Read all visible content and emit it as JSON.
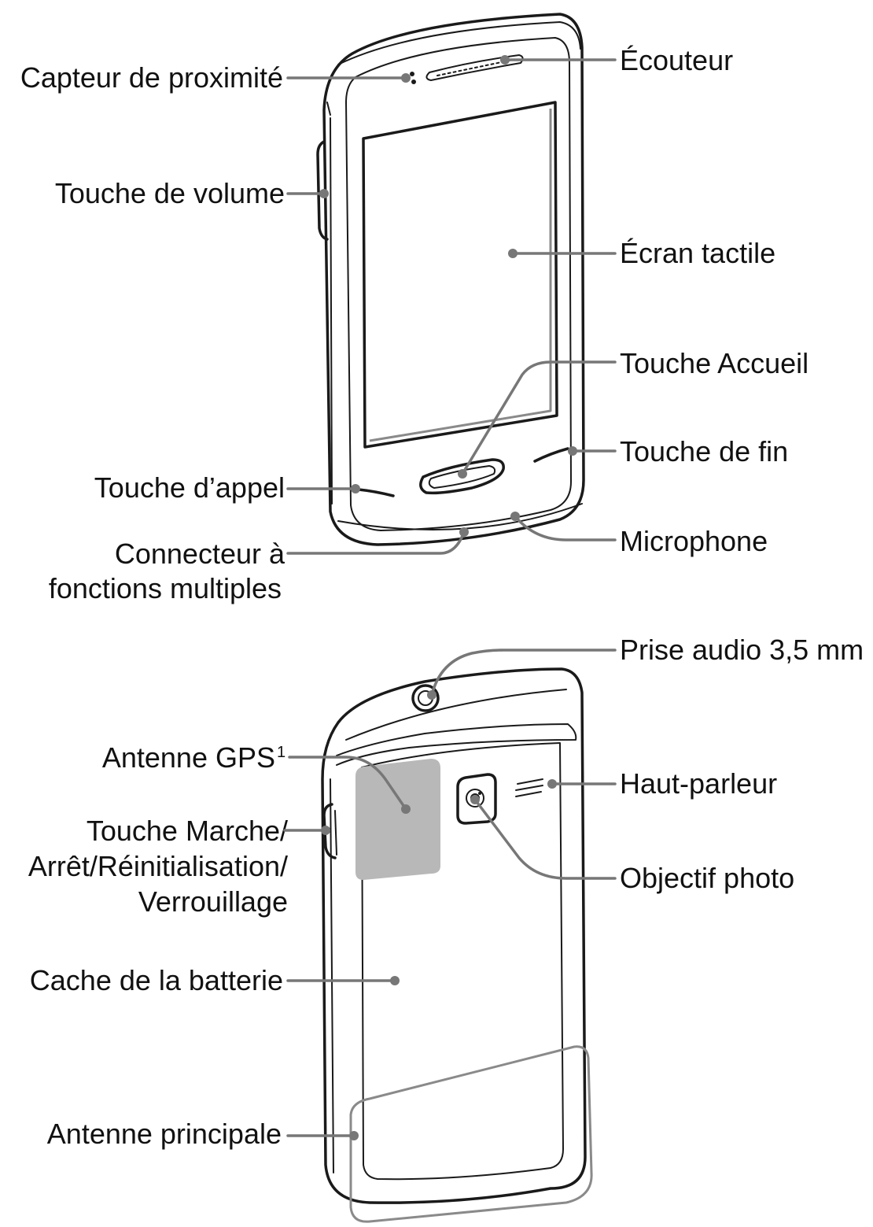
{
  "front_labels": {
    "proximity_sensor": "Capteur de proximité",
    "earpiece": "Écouteur",
    "volume_key": "Touche de volume",
    "touch_screen": "Écran tactile",
    "home_key": "Touche Accueil",
    "end_key": "Touche de fin",
    "call_key": "Touche d’appel",
    "microphone": "Microphone",
    "multifunction_connector_line1": "Connecteur à",
    "multifunction_connector_line2": "fonctions multiples"
  },
  "back_labels": {
    "audio_jack": "Prise audio 3,5 mm",
    "gps_antenna": "Antenne GPS",
    "gps_antenna_footnote": "1",
    "speaker": "Haut-parleur",
    "power_key_line1": "Touche Marche/",
    "power_key_line2": "Arrêt/Réinitialisation/",
    "power_key_line3": "Verrouillage",
    "camera_lens": "Objectif photo",
    "battery_cover": "Cache de la batterie",
    "main_antenna": "Antenne principale"
  },
  "colors": {
    "leader": "#777777",
    "outline": "#1a1a1a",
    "gps_area": "#b8b8b8"
  }
}
